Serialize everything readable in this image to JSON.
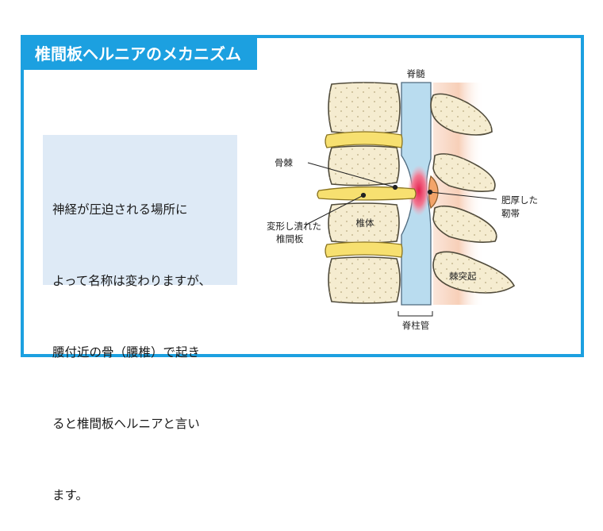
{
  "title": "椎間板ヘルニアのメカニズム",
  "description": {
    "lines": [
      "神経が圧迫される場所に",
      "よって名称は変わりますが、",
      "腰付近の骨（腰椎）で起き",
      "ると椎間板ヘルニアと言い",
      "ます。"
    ]
  },
  "labels": {
    "spinal_cord": "脊髄",
    "bone_spur": "骨棘",
    "deformed_disc_1": "変形し潰れた",
    "deformed_disc_2": "椎間板",
    "vertebral_body": "椎体",
    "ligament_1": "肥厚した",
    "ligament_2": "靭帯",
    "spinous_process": "棘突起",
    "spinal_canal": "脊柱管"
  },
  "colors": {
    "frame": "#1ca0e0",
    "text_box": "#deeaf6",
    "bone": "#f5ecd0",
    "disc": "#f7e070",
    "canal": "#b9dcef",
    "compression": "#e8305a",
    "tissue": "#f7d6c4"
  }
}
